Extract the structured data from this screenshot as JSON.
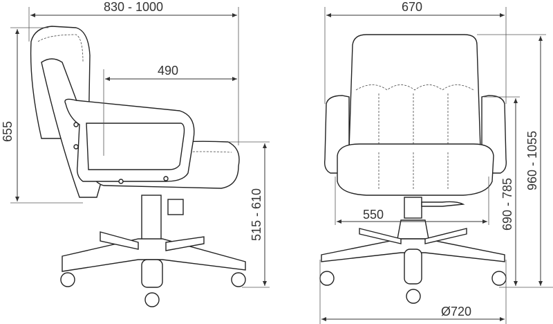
{
  "side_view": {
    "overall_depth_label": "830 - 1000",
    "seat_depth_label": "490",
    "back_height_label": "655",
    "seat_height_label": "515 - 610"
  },
  "front_view": {
    "overall_width_label": "670",
    "seat_width_label": "550",
    "armrest_height_label": "690 - 785",
    "overall_height_label": "960 - 1055",
    "base_diameter_label": "Ø720"
  }
}
